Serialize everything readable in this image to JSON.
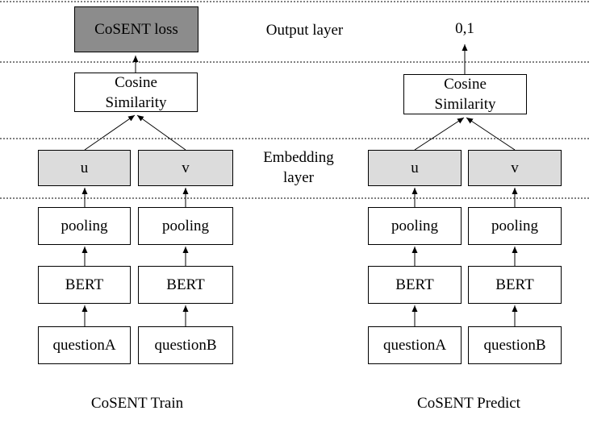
{
  "layers": {
    "output": "Output layer",
    "embedding_line1": "Embedding",
    "embedding_line2": "layer"
  },
  "train": {
    "caption": "CoSENT Train",
    "loss": "CoSENT loss",
    "cosine_line1": "Cosine",
    "cosine_line2": "Similarity",
    "u": "u",
    "v": "v",
    "pooling_a": "pooling",
    "pooling_b": "pooling",
    "bert_a": "BERT",
    "bert_b": "BERT",
    "question_a": "questionA",
    "question_b": "questionB"
  },
  "predict": {
    "caption": "CoSENT Predict",
    "output": "0,1",
    "cosine_line1": "Cosine",
    "cosine_line2": "Similarity",
    "u": "u",
    "v": "v",
    "pooling_a": "pooling",
    "pooling_b": "pooling",
    "bert_a": "BERT",
    "bert_b": "BERT",
    "question_a": "questionA",
    "question_b": "questionB"
  },
  "colors": {
    "loss_fill": "#8c8c8c",
    "embedding_fill": "#dcdcdc",
    "box_fill": "#ffffff",
    "line": "#000000"
  }
}
